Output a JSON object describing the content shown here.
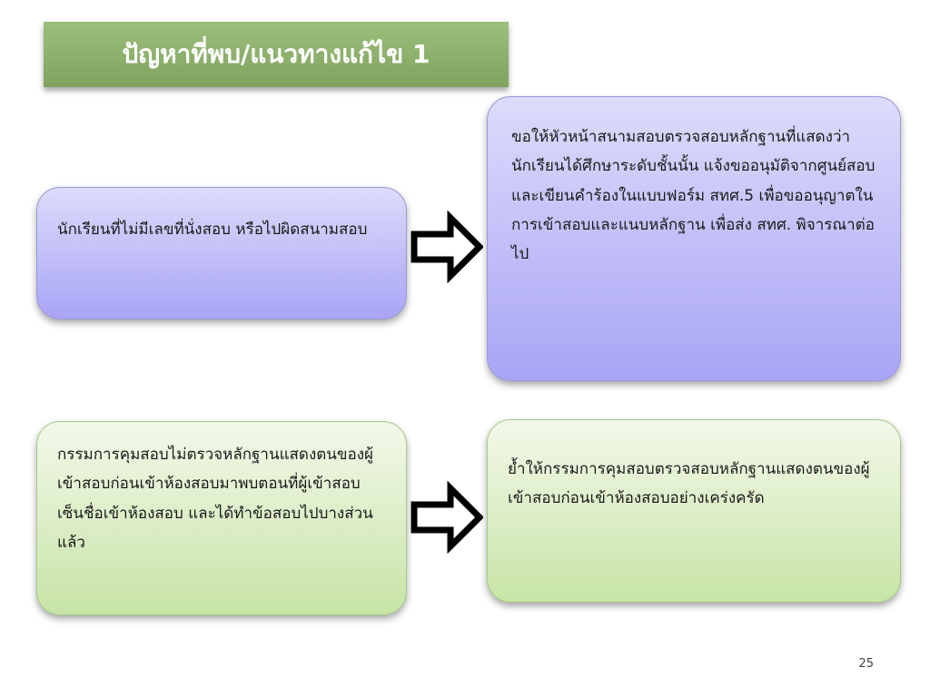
{
  "title": "ปัญหาที่พบ/แนวทางแก้ไข 1",
  "problems": [
    {
      "text": "นักเรียนที่ไม่มีเลขที่นั่งสอบ  หรือไปผิดสนามสอบ"
    },
    {
      "text": "กรรมการคุมสอบไม่ตรวจหลักฐานแสดงตนของผู้เข้าสอบก่อนเข้าห้องสอบมาพบตอนที่ผู้เข้าสอบเซ็นชื่อเข้าห้องสอบ และได้ทำข้อสอบไปบางส่วนแล้ว"
    }
  ],
  "solutions": [
    {
      "text": "ขอให้หัวหน้าสนามสอบตรวจสอบหลักฐานที่แสดงว่านักเรียนได้ศึกษาระดับชั้นนั้น  แจ้งขออนุมัติจากศูนย์สอบ  และเขียนคำร้องในแบบฟอร์ม สทศ.5  เพื่อขออนุญาตในการเข้าสอบและแนบหลักฐาน  เพื่อส่ง สทศ. พิจารณาต่อไป"
    },
    {
      "text": "ย้ำให้กรรมการคุมสอบตรวจสอบหลักฐานแสดงตนของผู้เข้าสอบก่อนเข้าห้องสอบอย่างเคร่งครัด"
    }
  ],
  "icons": {
    "arrow": "right-arrow-icon"
  },
  "colors": {
    "title_bg": "#8fb26e",
    "problem1_bg": "#b9b5f7",
    "solution_bg": "#d6ebbf"
  },
  "page_number": "25"
}
